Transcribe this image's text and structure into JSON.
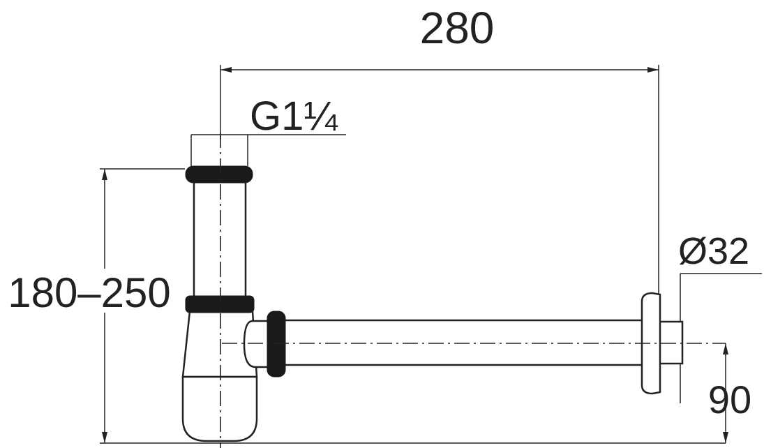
{
  "dimensions": {
    "width_label": "280",
    "thread_label": "G1¼",
    "height_range_label": "180–250",
    "pipe_diameter_label": "Ø32",
    "outlet_height_label": "90"
  },
  "colors": {
    "line": "#222222",
    "seal": "#1a1a1a",
    "background": "#ffffff"
  }
}
